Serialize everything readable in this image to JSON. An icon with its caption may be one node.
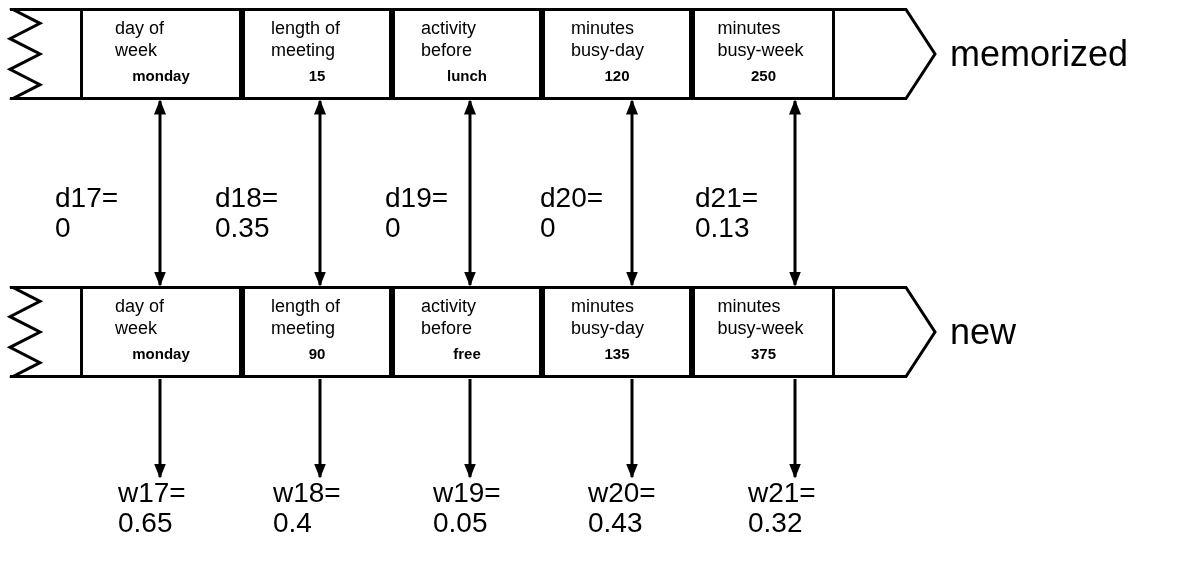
{
  "diagram": {
    "nodes": [
      {
        "text": [
          "memorized"
        ]
      },
      {
        "text": [
          "day of week",
          "monday"
        ],
        "in": 0
      },
      {
        "text": [
          "length of meeting",
          "15"
        ],
        "in": 0
      },
      {
        "text": [
          "activity before",
          "lunch"
        ],
        "in": 0
      },
      {
        "text": [
          "minutes busy-day",
          "120"
        ],
        "in": 0
      },
      {
        "text": [
          "minutes busy-week",
          "250"
        ],
        "in": 0
      },
      {
        "text": [
          "new"
        ]
      },
      {
        "text": [
          "day of week",
          "monday"
        ],
        "in": 6
      },
      {
        "text": [
          "length of meeting",
          "90"
        ],
        "in": 6
      },
      {
        "text": [
          "activity before",
          "free"
        ],
        "in": 6
      },
      {
        "text": [
          "minutes busy-day",
          "135"
        ],
        "in": 6
      },
      {
        "text": [
          "minutes busy-week",
          "375"
        ],
        "in": 6
      },
      {
        "text": [
          "w17= 0.65"
        ]
      },
      {
        "text": [
          "w18= 0.4"
        ]
      },
      {
        "text": [
          "w19= 0.05"
        ]
      },
      {
        "text": [
          "w20= 0.43"
        ]
      },
      {
        "text": [
          "w21= 0.32"
        ]
      }
    ],
    "edges": [
      {
        "from": 1,
        "to": 7,
        "arrow": "both",
        "label": "d17= 0"
      },
      {
        "from": 2,
        "to": 8,
        "arrow": "both",
        "label": "d18= 0.35"
      },
      {
        "from": 3,
        "to": 9,
        "arrow": "both",
        "label": "d19= 0"
      },
      {
        "from": 4,
        "to": 10,
        "arrow": "both",
        "label": "d20= 0"
      },
      {
        "from": 5,
        "to": 11,
        "arrow": "both",
        "label": "d21= 0.13"
      },
      {
        "from": 7,
        "to": 12,
        "arrow": "to"
      },
      {
        "from": 8,
        "to": 13,
        "arrow": "to"
      },
      {
        "from": 9,
        "to": 14,
        "arrow": "to"
      },
      {
        "from": 10,
        "to": 15,
        "arrow": "to"
      },
      {
        "from": 11,
        "to": 16,
        "arrow": "to"
      }
    ]
  }
}
